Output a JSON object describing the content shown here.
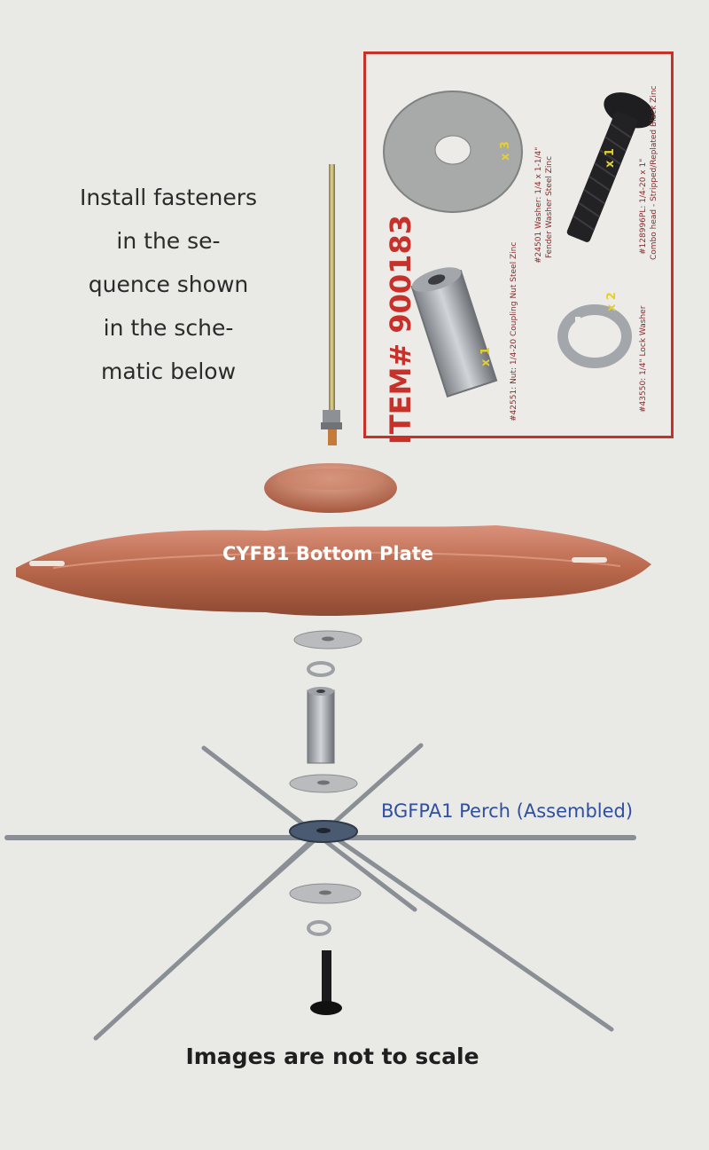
{
  "instructions": {
    "lines": [
      "Install fasteners",
      "in the se-",
      "quence shown",
      "in the sche-",
      "matic below"
    ]
  },
  "labels": {
    "bottom_plate": "CYFB1 Bottom Plate",
    "perch": "BGFPA1 Perch (Assembled)",
    "scale_note": "Images are not to scale"
  },
  "item_box": {
    "item_number": "ITEM# 900183",
    "parts": [
      {
        "qty": "x 3",
        "caption_1": "#24501 Washer: 1/4 x 1-1/4\"",
        "caption_2": "Fender Washer Steel Zinc"
      },
      {
        "qty": "x 1",
        "caption_1": "#128996PL: 1/4-20 x 1\"",
        "caption_2": "Combo head - Stripped/Replated Black Zinc"
      },
      {
        "qty": "x 1",
        "caption_1": "#42551: Nut: 1/4-20 Coupling Nut Steel Zinc",
        "caption_2": ""
      },
      {
        "qty": "x 2",
        "caption_1": "#43550: 1/4\" Lock Washer",
        "caption_2": ""
      }
    ]
  },
  "colors": {
    "accent_red": "#c8302a",
    "copper": "#b8674a",
    "steel": "#a9acaf",
    "perch_label": "#2f4f9f"
  }
}
